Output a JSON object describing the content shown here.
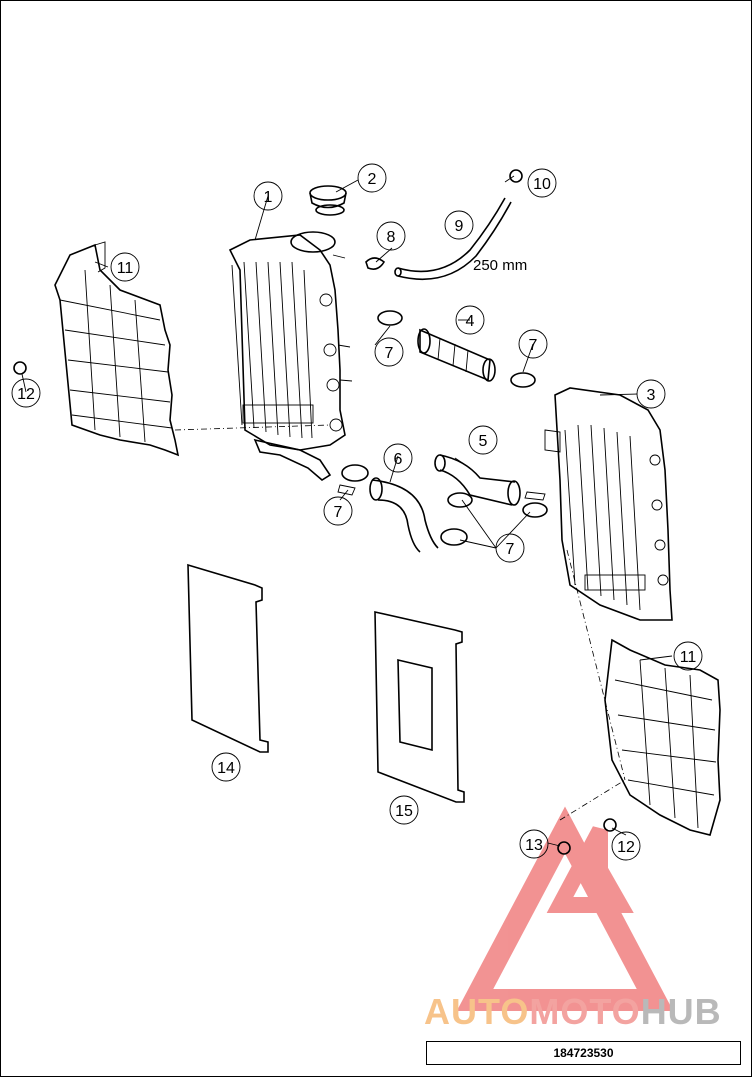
{
  "diagram": {
    "callouts": [
      "1",
      "2",
      "3",
      "4",
      "5",
      "6",
      "7",
      "8",
      "9",
      "10",
      "11",
      "12",
      "13",
      "14",
      "15"
    ],
    "hose_length_label": "250 mm",
    "part_number": "184723530"
  },
  "watermark": {
    "brand_part1": "AUTO",
    "brand_part2": "MOTO",
    "brand_part3": "HUB",
    "colors": {
      "auto": "#f7c38a",
      "moto": "#f3a3a0",
      "hub": "#b9b9b9",
      "logo": "#f08080"
    }
  }
}
